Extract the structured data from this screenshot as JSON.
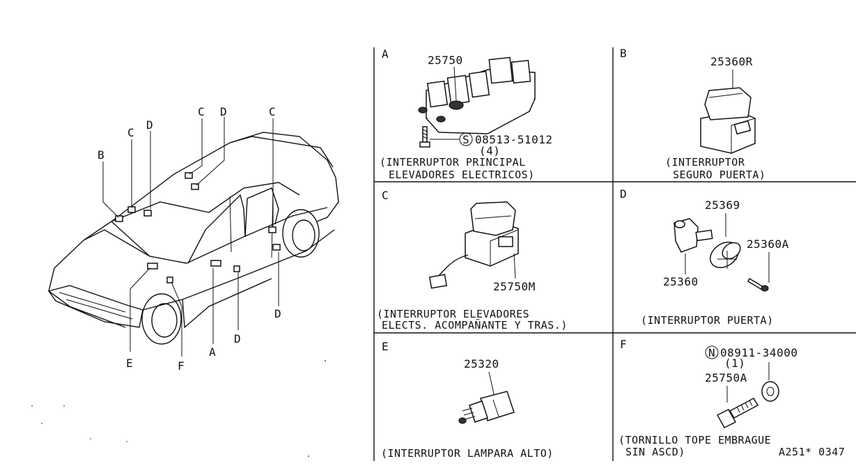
{
  "car": {
    "labels": [
      "B",
      "C",
      "D",
      "C",
      "D",
      "C",
      "E",
      "F",
      "A",
      "D",
      "D"
    ]
  },
  "panels": {
    "A": {
      "letter": "A",
      "part_main": "25750",
      "bolt_symbol": "S",
      "bolt_number": "08513-51012",
      "bolt_qty": "(4)",
      "caption_1": "(INTERRUPTOR PRINCIPAL",
      "caption_2": "ELEVADORES ELECTRICOS)"
    },
    "B": {
      "letter": "B",
      "part_main": "25360R",
      "caption_1": "(INTERRUPTOR",
      "caption_2": "SEGURO PUERTA)"
    },
    "C": {
      "letter": "C",
      "part_main": "25750M",
      "caption_1": "(INTERRUPTOR ELEVADORES",
      "caption_2": "ELECTS. ACOMPAÑANTE Y TRAS.)"
    },
    "D": {
      "letter": "D",
      "part_1": "25369",
      "part_2": "25360A",
      "part_3": "25360",
      "caption_1": "(INTERRUPTOR PUERTA)"
    },
    "E": {
      "letter": "E",
      "part_main": "25320",
      "caption_1": "(INTERRUPTOR LAMPARA ALTO)"
    },
    "F": {
      "letter": "F",
      "nut_symbol": "N",
      "nut_number": "08911-34000",
      "nut_qty": "(1)",
      "part_main": "25750A",
      "caption_1": "(TORNILLO TOPE EMBRAGUE",
      "caption_2": "SIN ASCD)",
      "ref_code": "A251* 0347"
    }
  }
}
